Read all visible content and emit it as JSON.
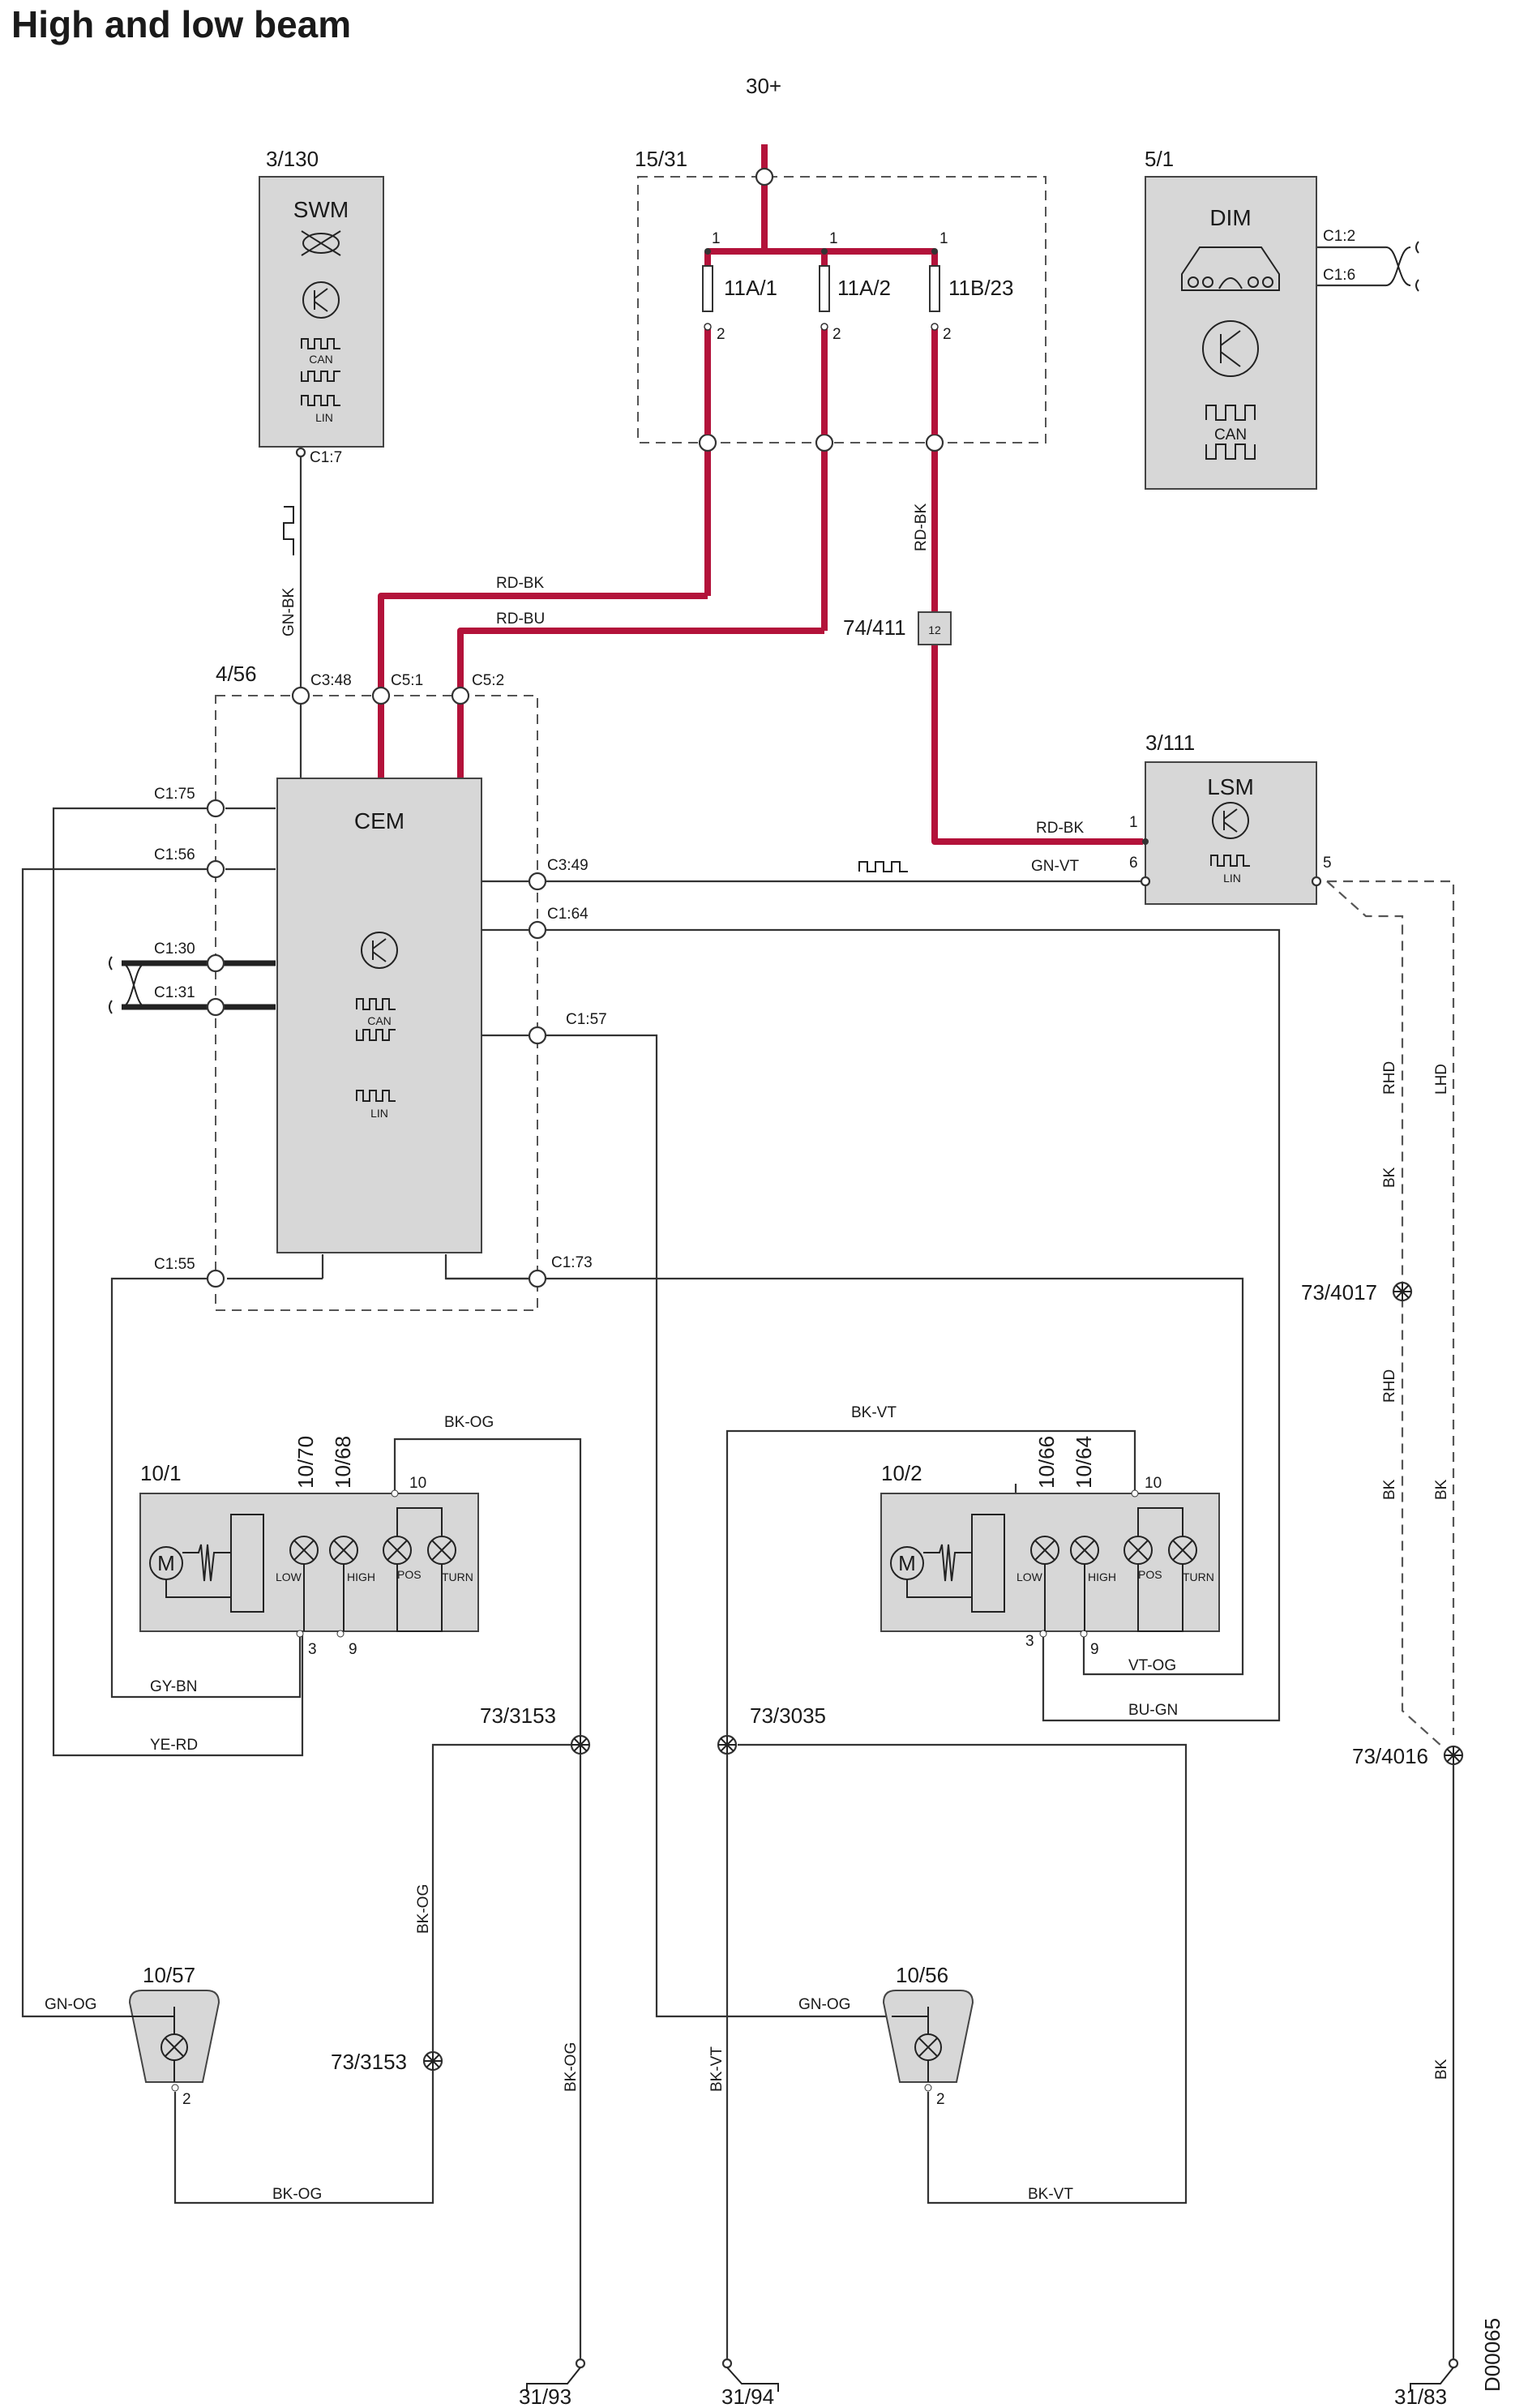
{
  "title": "High and low beam",
  "doc_id": "D00065",
  "supply": "30+",
  "grounds": {
    "g1": "31/93",
    "g2": "31/94",
    "g3": "31/83"
  },
  "components": {
    "swm": {
      "ref": "3/130",
      "name": "SWM",
      "can": "CAN",
      "lin": "LIN",
      "conn": "C1:7"
    },
    "fusebox": {
      "ref": "15/31",
      "fuse1": "11A/1",
      "fuse2": "11A/2",
      "fuse3": "11B/23",
      "pin_in": "1",
      "pin_out": "2"
    },
    "dim": {
      "ref": "5/1",
      "name": "DIM",
      "can": "CAN",
      "conn1": "C1:2",
      "conn2": "C1:6"
    },
    "cem": {
      "ref": "4/56",
      "name": "CEM",
      "can": "CAN",
      "lin": "LIN",
      "c348": "C3:48",
      "c51": "C5:1",
      "c52": "C5:2",
      "c175": "C1:75",
      "c156": "C1:56",
      "c130": "C1:30",
      "c131": "C1:31",
      "c349": "C3:49",
      "c164": "C1:64",
      "c157": "C1:57",
      "c155": "C1:55",
      "c173": "C1:73"
    },
    "lsm": {
      "ref": "3/111",
      "name": "LSM",
      "lin": "LIN",
      "pin1": "1",
      "pin6": "6",
      "pin5": "5"
    },
    "connector": {
      "ref": "74/411",
      "pin": "12"
    },
    "hl_left": {
      "ref": "10/1",
      "sub1": "10/70",
      "sub2": "10/68",
      "pin10": "10",
      "pin3": "3",
      "pin9": "9",
      "low": "LOW",
      "high": "HIGH",
      "pos": "POS",
      "turn": "TURN",
      "motor": "M"
    },
    "hl_right": {
      "ref": "10/2",
      "sub1": "10/66",
      "sub2": "10/64",
      "pin10": "10",
      "pin3": "3",
      "pin9": "9",
      "low": "LOW",
      "high": "HIGH",
      "pos": "POS",
      "turn": "TURN",
      "motor": "M"
    },
    "aux_left": {
      "ref": "10/57",
      "pin": "2"
    },
    "aux_right": {
      "ref": "10/56",
      "pin": "2"
    },
    "splices": {
      "s4017": "73/4017",
      "s4016": "73/4016",
      "s3153a": "73/3153",
      "s3153b": "73/3153",
      "s3035": "73/3035"
    }
  },
  "wires": {
    "gnbk": "GN-BK",
    "rdbk1": "RD-BK",
    "rdbu": "RD-BU",
    "rdbk2": "RD-BK",
    "rdbk3": "RD-BK",
    "gnvt": "GN-VT",
    "bkog_top": "BK-OG",
    "bkvt_top": "BK-VT",
    "gybn": "GY-BN",
    "yerd": "YE-RD",
    "vtog": "VT-OG",
    "bugn": "BU-GN",
    "gnog_l": "GN-OG",
    "gnog_r": "GN-OG",
    "bkog_v1": "BK-OG",
    "bkog_v2": "BK-OG",
    "bkvt_v": "BK-VT",
    "bkog_bot": "BK-OG",
    "bkvt_bot": "BK-VT",
    "rhd1": "RHD",
    "lhd": "LHD",
    "bk1": "BK",
    "rhd2": "RHD",
    "bk2": "BK",
    "bk3": "BK",
    "bk4": "BK"
  }
}
